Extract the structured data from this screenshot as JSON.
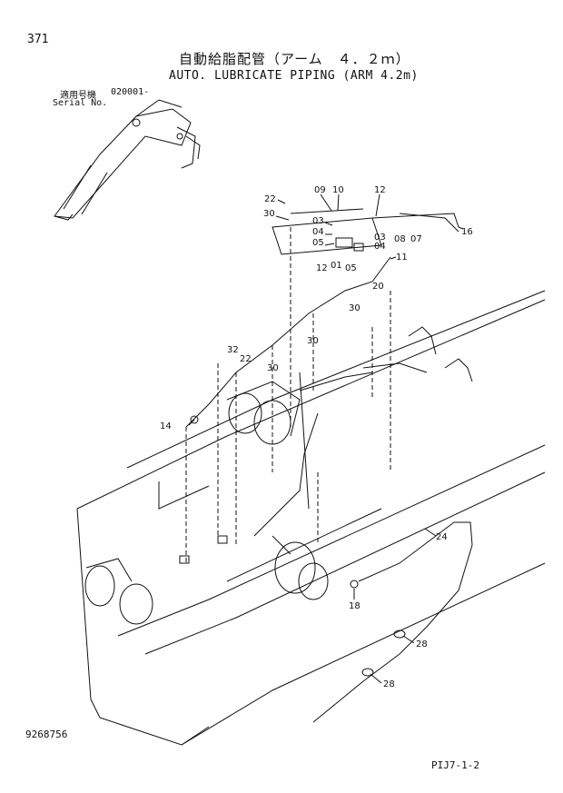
{
  "header": {
    "page_number": "371",
    "title_jp": "自動給脂配管（アーム　４．２ｍ）",
    "title_en": "AUTO. LUBRICATE PIPING (ARM 4.2m)",
    "serial_label_jp": "適用号機",
    "serial_value": "020001-",
    "serial_label_en": "Serial No."
  },
  "footer": {
    "drawing_number": "9268756",
    "sheet_ref": "PIJ7-1-2"
  },
  "callouts": [
    "22",
    "09",
    "10",
    "12",
    "30",
    "03",
    "04",
    "05",
    "01",
    "05",
    "03",
    "04",
    "08",
    "07",
    "16",
    "12",
    "11",
    "20",
    "30",
    "30",
    "32",
    "22",
    "30",
    "14",
    "24",
    "18",
    "28",
    "28"
  ]
}
